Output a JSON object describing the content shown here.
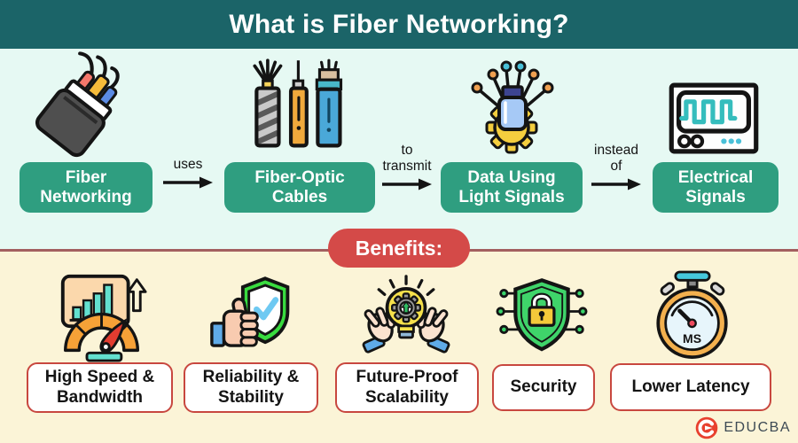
{
  "theme": {
    "header-bg": "#1b6468",
    "header-text": "#ffffff",
    "flow-bg": "#e6f9f3",
    "benefits-bg": "#fbf4d7",
    "node-bg": "#2f9e80",
    "node-text": "#ffffff",
    "badge-bg": "#d44a48",
    "badge-text": "#ffffff",
    "divider": "#a35f5f",
    "card-border": "#c8473f",
    "card-bg": "#ffffff",
    "arrow": "#141414"
  },
  "header": {
    "title": "What is Fiber Networking?"
  },
  "flow": {
    "nodes": [
      {
        "label": "Fiber Networking",
        "icon": "fiber-cable-icon"
      },
      {
        "label": "Fiber-Optic Cables",
        "icon": "fiber-optic-cables-icon"
      },
      {
        "label": "Data Using Light Signals",
        "icon": "gear-light-signals-icon"
      },
      {
        "label": "Electrical Signals",
        "icon": "oscilloscope-icon"
      }
    ],
    "connectors": [
      {
        "label": "uses"
      },
      {
        "label": "to transmit"
      },
      {
        "label": "instead of"
      }
    ]
  },
  "benefits": {
    "badge_label": "Benefits:",
    "stopwatch_text": "MS",
    "items": [
      {
        "label": "High Speed & Bandwidth",
        "icon": "speedometer-chart-icon"
      },
      {
        "label": "Reliability & Stability",
        "icon": "thumbs-up-shield-icon"
      },
      {
        "label": "Future-Proof Scalability",
        "icon": "bulb-gear-hands-icon"
      },
      {
        "label": "Security",
        "icon": "shield-lock-icon"
      },
      {
        "label": "Lower Latency",
        "icon": "stopwatch-icon"
      }
    ]
  },
  "footer": {
    "brand": "EDUCBA"
  }
}
